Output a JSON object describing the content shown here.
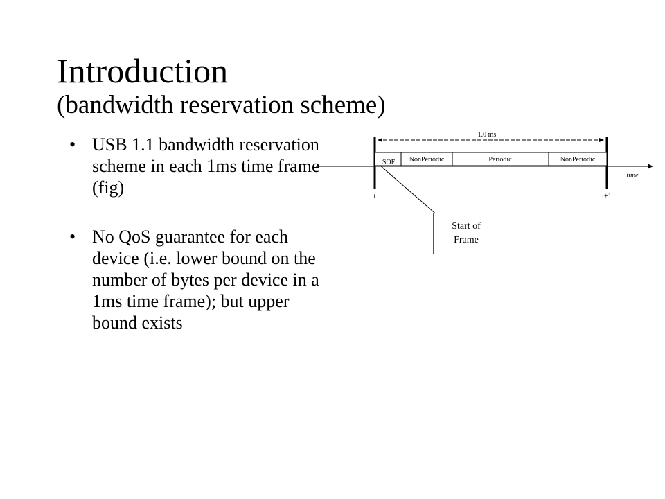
{
  "slide": {
    "title": "Introduction",
    "subtitle": "(bandwidth reservation scheme)"
  },
  "bullets": [
    {
      "marker": "•",
      "text": "USB 1.1 bandwidth reservation scheme in each 1ms time frame (fig)"
    },
    {
      "marker": "•",
      "text": "No QoS guarantee for each device (i.e. lower bound on the number of bytes per device in a 1ms time frame); but upper bound exists"
    }
  ],
  "figure": {
    "duration_label": "1.0  ms",
    "segments": [
      {
        "label": "SOF"
      },
      {
        "label": "NonPeriodic"
      },
      {
        "label": "Periodic"
      },
      {
        "label": "NonPeriodic"
      }
    ],
    "time_label": "time",
    "start_tick": "t",
    "end_tick": "t+1",
    "callout_line1": "Start of",
    "callout_line2": "Frame"
  }
}
